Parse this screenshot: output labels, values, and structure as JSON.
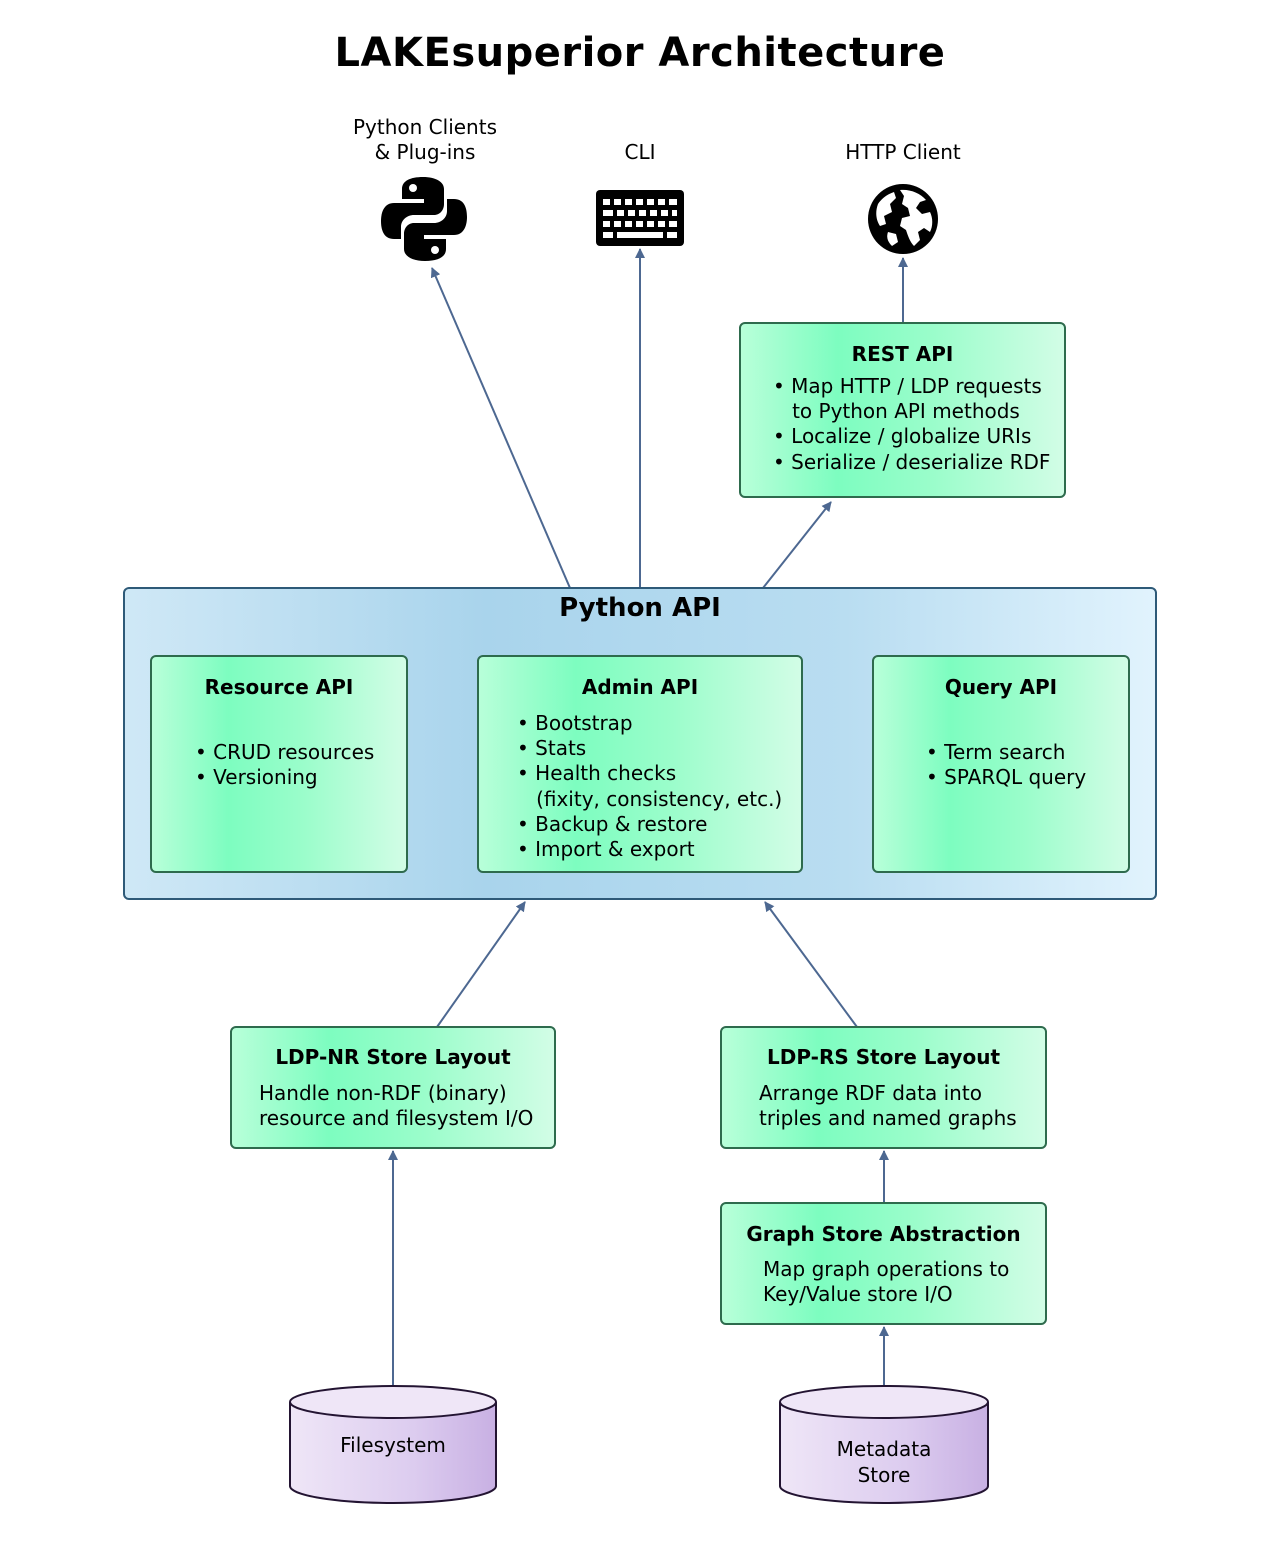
{
  "title": "LAKEsuperior Architecture",
  "clients": {
    "python": {
      "label": "Python Clients\n& Plug-ins",
      "icon": "python-logo-icon"
    },
    "cli": {
      "label": "CLI",
      "icon": "keyboard-icon"
    },
    "http": {
      "label": "HTTP Client",
      "icon": "globe-icon"
    }
  },
  "rest_api": {
    "title": "REST API",
    "body": "• Map HTTP / LDP requests\n   to Python API methods\n• Localize / globalize URIs\n• Serialize / deserialize RDF"
  },
  "python_api": {
    "title": "Python API",
    "resource_api": {
      "title": "Resource API",
      "body": "• CRUD resources\n• Versioning"
    },
    "admin_api": {
      "title": "Admin API",
      "body": "• Bootstrap\n• Stats\n• Health checks\n   (fixity, consistency, etc.)\n• Backup & restore\n• Import & export"
    },
    "query_api": {
      "title": "Query API",
      "body": "• Term search\n• SPARQL query"
    }
  },
  "ldp_nr": {
    "title": "LDP-NR Store Layout",
    "body": "Handle non-RDF (binary)\nresource and filesystem I/O"
  },
  "ldp_rs": {
    "title": "LDP-RS Store Layout",
    "body": "Arrange RDF data into\ntriples and named graphs"
  },
  "graph_store": {
    "title": "Graph Store Abstraction",
    "body": "Map graph operations to\nKey/Value store I/O"
  },
  "filesystem": {
    "label": "Filesystem"
  },
  "metadata_store": {
    "label": "Metadata\nStore"
  },
  "colors": {
    "component_fill": "#7dfdc0",
    "component_border": "#2e6b4d",
    "python_api_fill": "#a9d4ec",
    "storage_fill": "#d2c2ea",
    "arrow": "#4d6891"
  }
}
